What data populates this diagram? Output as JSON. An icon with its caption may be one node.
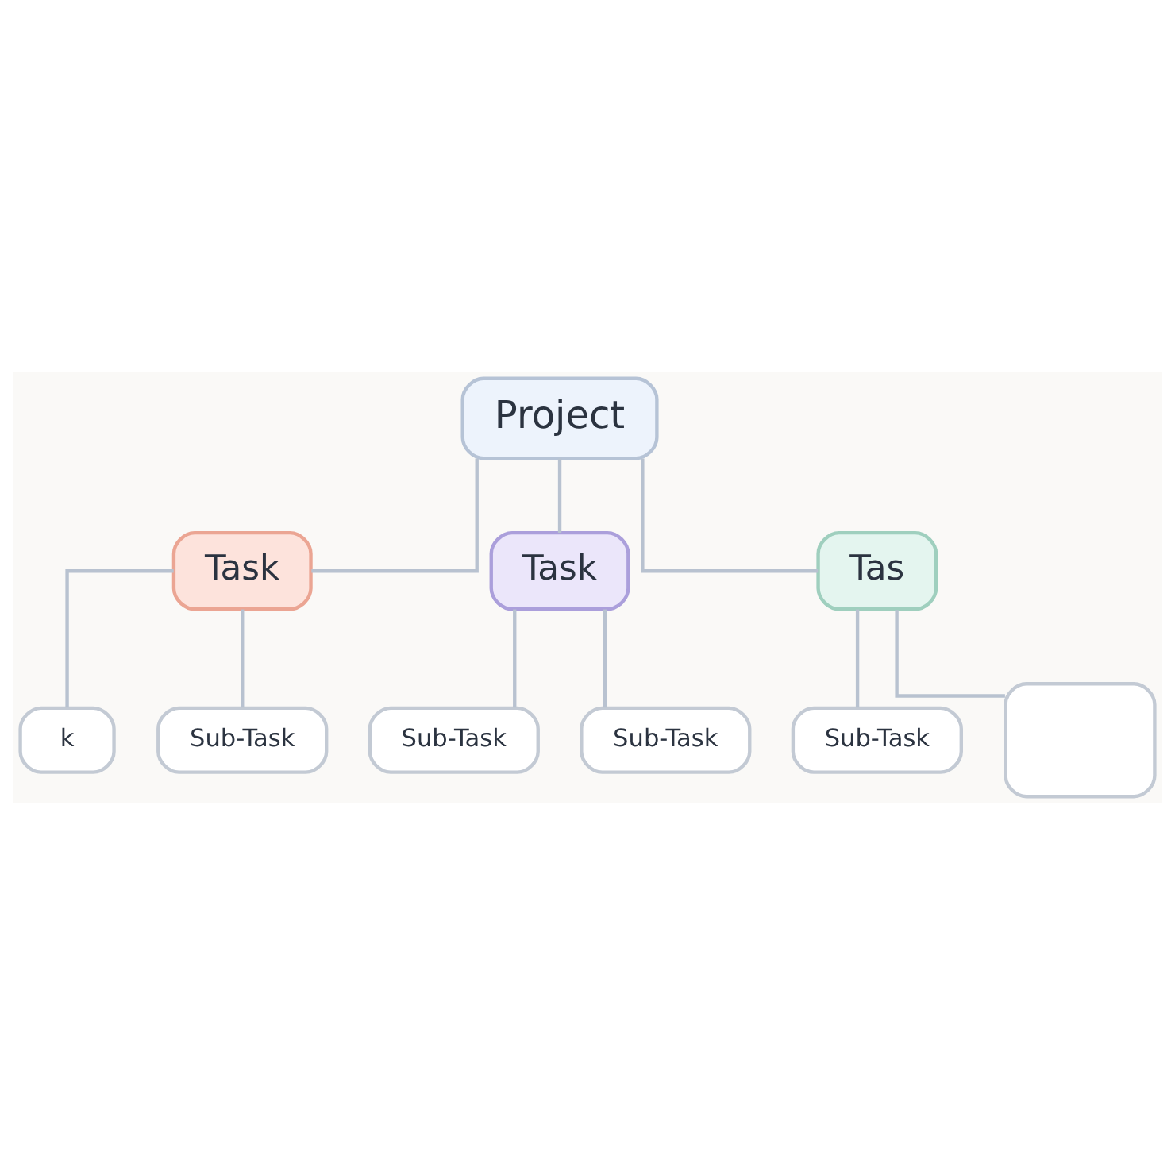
{
  "diagram": {
    "nodes": [
      {
        "text": [
          "Project"
        ]
      },
      {
        "text": [
          "Task"
        ]
      },
      {
        "text": [
          "Task"
        ]
      },
      {
        "text": [
          "Tas"
        ]
      },
      {
        "text": [
          "k"
        ]
      },
      {
        "text": [
          "Sub-Task"
        ]
      },
      {
        "text": [
          "Sub-Task"
        ]
      },
      {
        "text": [
          "Sub-Task"
        ]
      },
      {
        "text": [
          "Sub-Task"
        ]
      },
      {
        "text": [],
        "shape": "box"
      }
    ],
    "edges": [
      {
        "from": 0,
        "to": 1,
        "arrow": "none"
      },
      {
        "from": 0,
        "to": 2,
        "arrow": "none"
      },
      {
        "from": 0,
        "to": 3,
        "arrow": "none"
      },
      {
        "from": 1,
        "to": 4,
        "arrow": "none"
      },
      {
        "from": 1,
        "to": 5,
        "arrow": "none"
      },
      {
        "from": 2,
        "to": 6,
        "arrow": "none"
      },
      {
        "from": 2,
        "to": 7,
        "arrow": "none"
      },
      {
        "from": 3,
        "to": 8,
        "arrow": "none"
      },
      {
        "from": 3,
        "to": 9,
        "arrow": "none"
      }
    ]
  }
}
